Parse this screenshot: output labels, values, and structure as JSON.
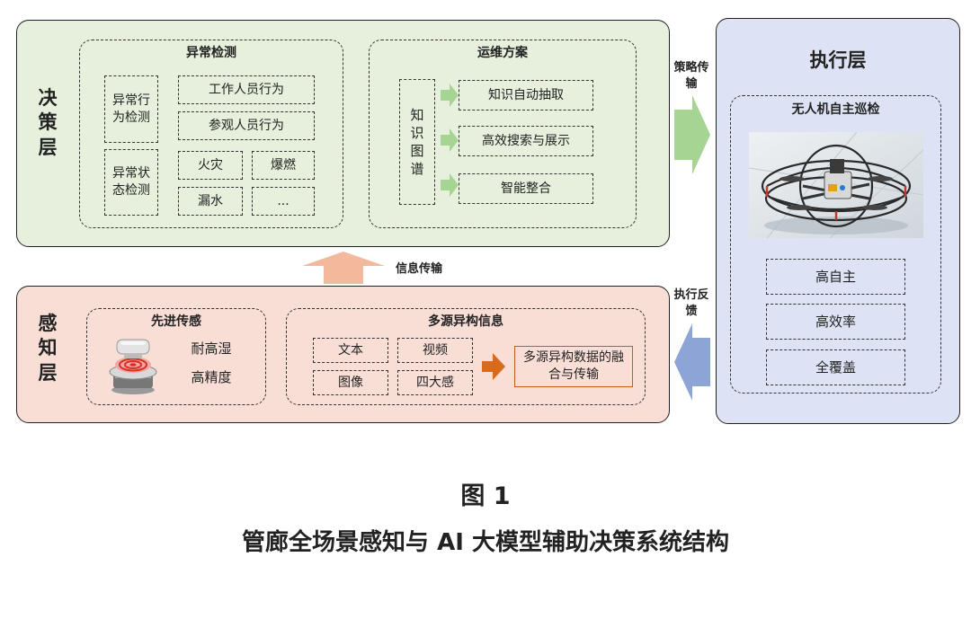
{
  "colors": {
    "decision_bg": "#e6f0dc",
    "perception_bg": "#f9ded6",
    "execution_bg": "#dde3f4",
    "green_arrow": "#a6d493",
    "peach_arrow": "#f3b99c",
    "blue_arrow": "#8da5d6",
    "orange_arrow": "#d86a1e"
  },
  "decision": {
    "label": "决策层",
    "anomaly": {
      "title": "异常检测",
      "behavior": {
        "label": "异常行为检测",
        "items": [
          "工作人员行为",
          "参观人员行为"
        ]
      },
      "state": {
        "label": "异常状态检测",
        "items": [
          "火灾",
          "爆燃",
          "漏水",
          "..."
        ]
      }
    },
    "ops": {
      "title": "运维方案",
      "kg_label": "知识图谱",
      "items": [
        "知识自动抽取",
        "高效搜索与展示",
        "智能整合"
      ]
    }
  },
  "perception": {
    "label": "感知层",
    "sensor": {
      "title": "先进传感",
      "features": [
        "耐高湿",
        "高精度"
      ]
    },
    "info": {
      "title": "多源异构信息",
      "items": [
        "文本",
        "视频",
        "图像",
        "四大感"
      ],
      "fusion": "多源异构数据的融合与传输"
    }
  },
  "execution": {
    "title": "执行层",
    "uav": {
      "title": "无人机自主巡检",
      "features": [
        "高自主",
        "高效率",
        "全覆盖"
      ]
    }
  },
  "arrows": {
    "strategy": "策略传输",
    "info": "信息传输",
    "feedback": "执行反馈"
  },
  "caption": {
    "figure": "图 1",
    "title": "管廊全场景感知与 AI 大模型辅助决策系统结构"
  }
}
